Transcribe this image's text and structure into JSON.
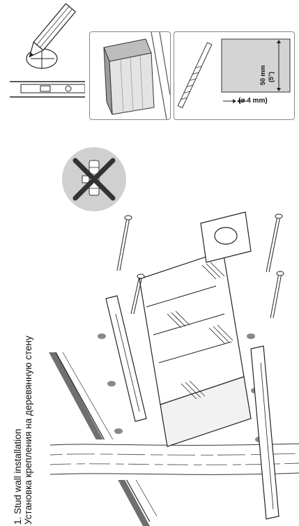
{
  "title": {
    "line1": "1. Stud wall installation",
    "line2": "Установка крепления на деревянную стену"
  },
  "measurements": {
    "depth_mm": "50 mm",
    "depth_in": "(5\")",
    "drill_diameter": "(ø 4 mm)"
  },
  "icons": {
    "pencil": "pencil-mark-icon",
    "wood_block": "wood-stud-icon",
    "drill_bit": "drill-bit-icon",
    "no_anchor": "no-wall-anchor-icon"
  },
  "colors": {
    "line": "#222222",
    "panel_border": "#888888",
    "gray_fill": "#d4d4d4",
    "circle_gray": "#d0d0d0",
    "wall_shadow": "#6f6f6f",
    "cross_dark": "#333333"
  }
}
